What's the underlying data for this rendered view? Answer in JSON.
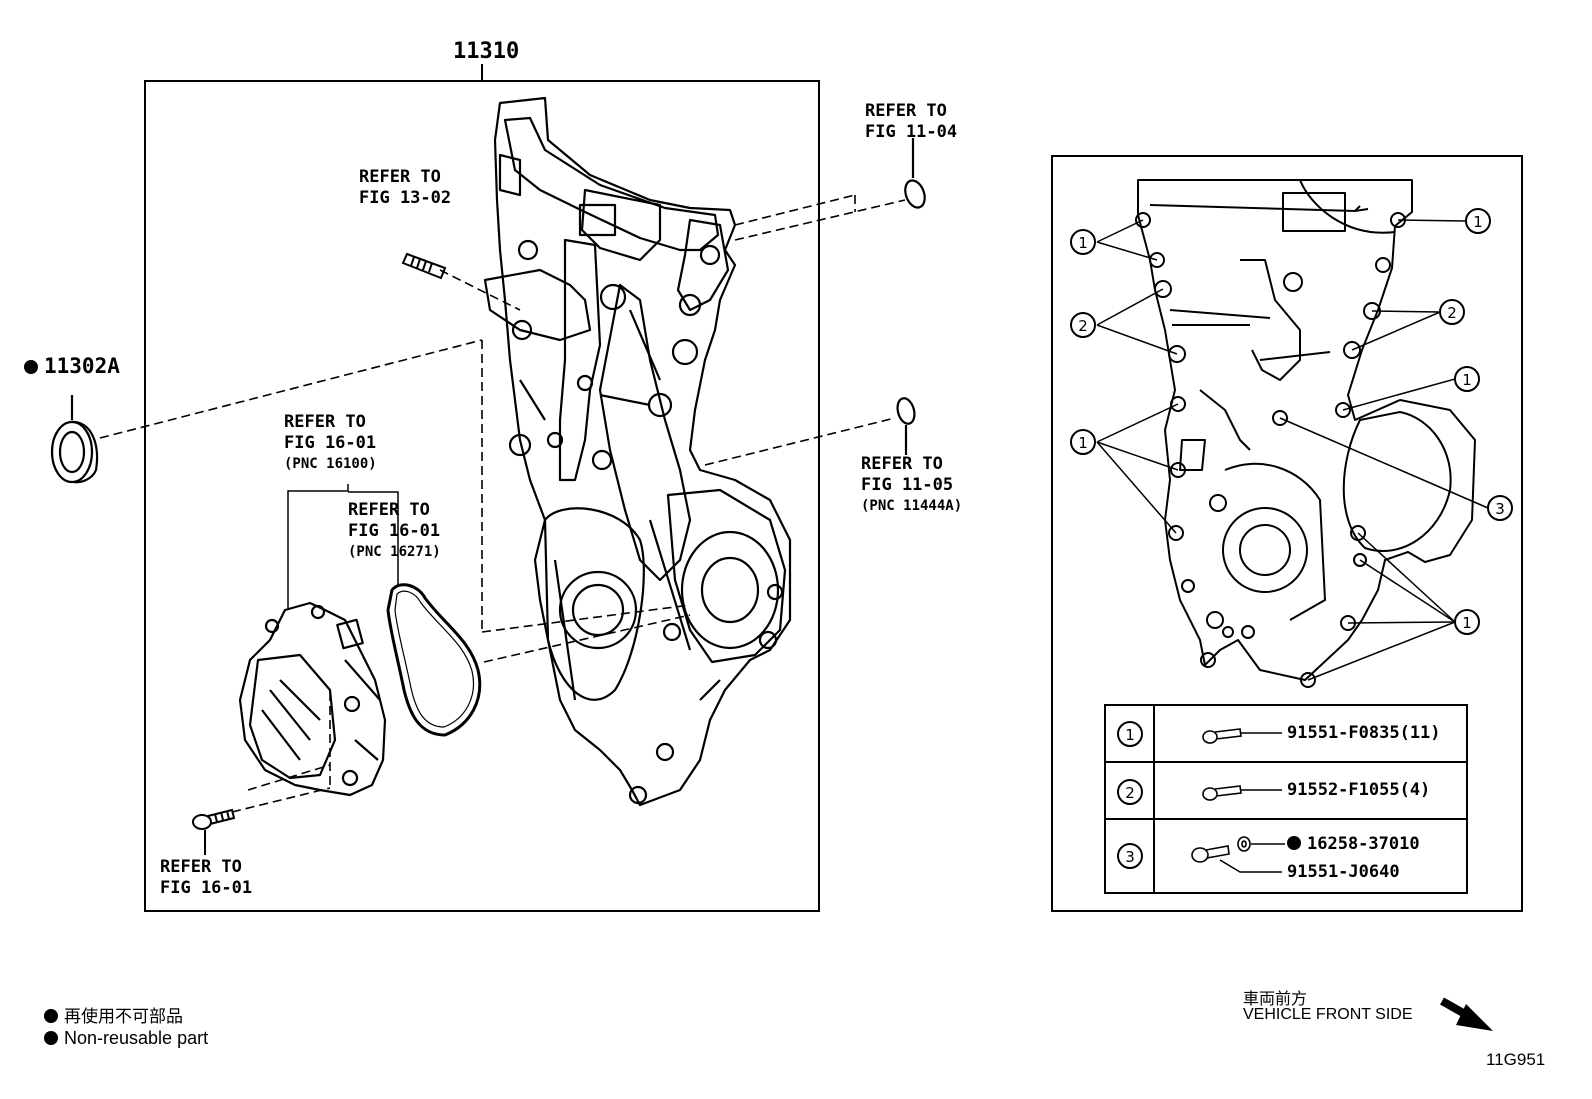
{
  "main_part": {
    "number": "11310"
  },
  "seal_part": {
    "number": "11302A"
  },
  "refer_stud": {
    "line1": "REFER TO",
    "line2": "FIG 13-02"
  },
  "refer_oring_top": {
    "line1": "REFER TO",
    "line2": "FIG 11-04"
  },
  "refer_pump": {
    "line1": "REFER TO",
    "line2": "FIG 16-01",
    "line3": "(PNC 16100)"
  },
  "refer_gasket": {
    "line1": "REFER TO",
    "line2": "FIG 16-01",
    "line3": "(PNC 16271)"
  },
  "refer_oring_mid": {
    "line1": "REFER TO",
    "line2": "FIG 11-05",
    "line3": "(PNC 11444A)"
  },
  "refer_bolt": {
    "line1": "REFER TO",
    "line2": "FIG 16-01"
  },
  "callouts": {
    "one": "1",
    "two": "2",
    "three": "3"
  },
  "bolt_table": [
    {
      "key": "1",
      "parts": [
        "91551-F0835(11)"
      ]
    },
    {
      "key": "2",
      "parts": [
        "91552-F1055(4)"
      ]
    },
    {
      "key": "3",
      "parts": [
        "16258-37010",
        "91551-J0640"
      ]
    }
  ],
  "legend": {
    "non_reusable_jp": "再使用不可部品",
    "non_reusable_en": "Non-reusable part"
  },
  "orientation": {
    "jp": "車両前方",
    "en": "VEHICLE FRONT SIDE"
  },
  "figure_code": "11G951"
}
